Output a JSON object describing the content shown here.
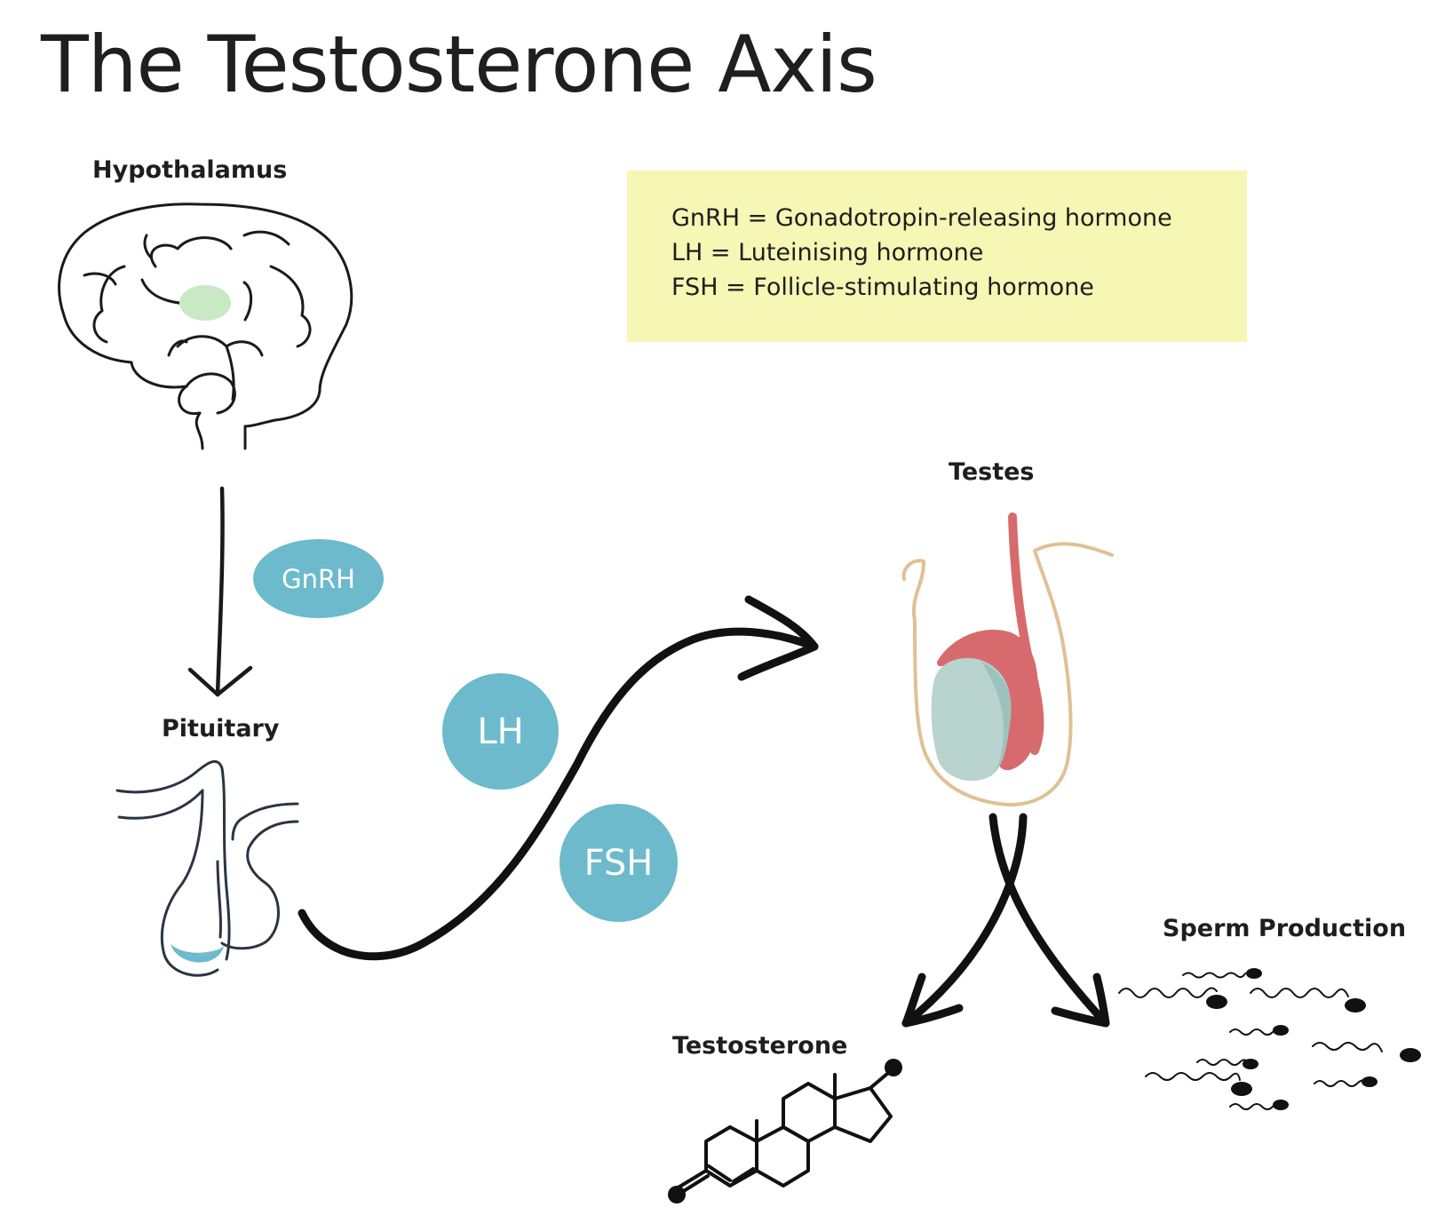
{
  "title": "The Testosterone Axis",
  "labels": {
    "hypothalamus": "Hypothalamus",
    "pituitary": "Pituitary",
    "testes": "Testes",
    "testosterone": "Testosterone",
    "sperm": "Sperm Production"
  },
  "legend": [
    "GnRH = Gonadotropin-releasing hormone",
    "LH = Luteinising hormone",
    "FSH = Follicle-stimulating hormone"
  ],
  "hormones": {
    "gnrh": "GnRH",
    "lh": "LH",
    "fsh": "FSH"
  },
  "colors": {
    "legend_bg": "#f6f6b5",
    "hormone_pill": "#6cbacb",
    "hypothalamus_highlight": "#c9e8c4",
    "testis_body": "#b9d3cf",
    "epididymis": "#d66a6d",
    "scrotum_outline": "#dfc193"
  },
  "icons": {
    "brain": "brain-icon",
    "pituitary": "pituitary-icon",
    "testis": "testis-icon",
    "molecule": "testosterone-molecule-icon",
    "sperm": "sperm-icon"
  }
}
